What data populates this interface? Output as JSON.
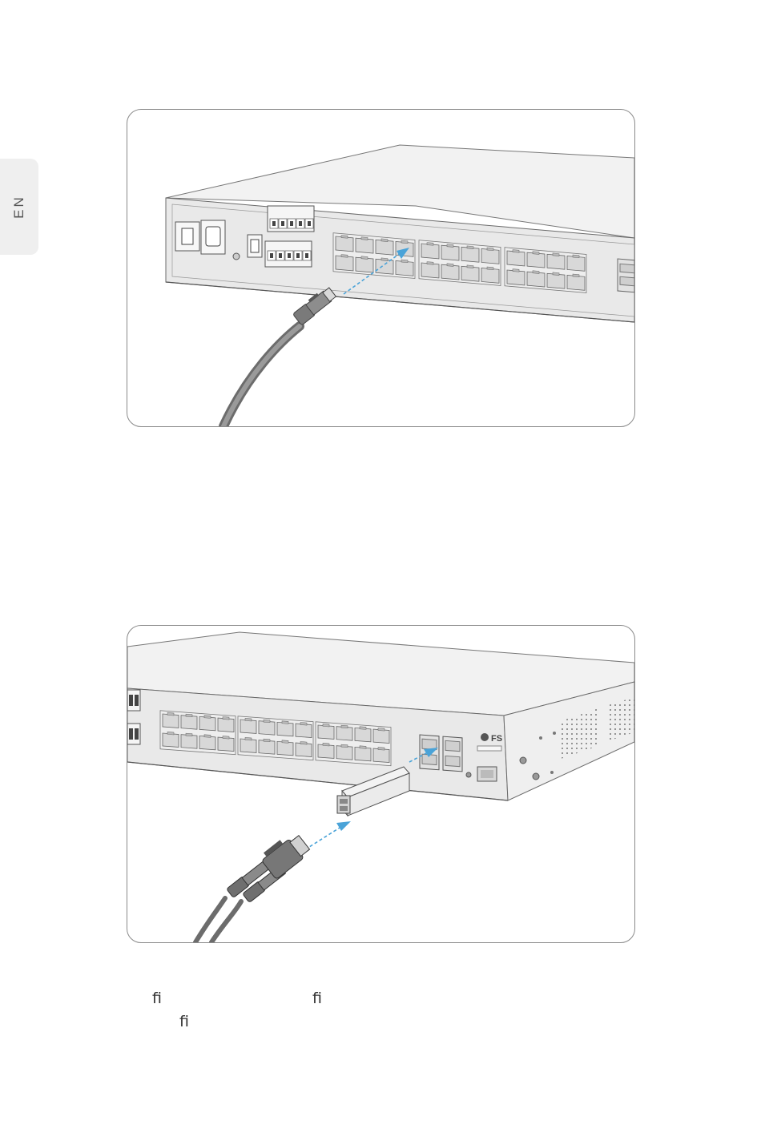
{
  "side_tab": {
    "label": "EN"
  },
  "figures": [
    {
      "name": "rj45-cable-into-switch-port-illustration"
    },
    {
      "name": "sfp-module-and-lc-fiber-into-switch-illustration"
    }
  ],
  "device": {
    "brand_logo_text": "FS"
  },
  "caption_fragments": [
    "fi",
    "fi",
    "fi"
  ],
  "colors": {
    "arrow": "#4aa3d8",
    "line": "#6a6a6a",
    "body": "#eeeeee",
    "panel": "#e6e6e6"
  }
}
